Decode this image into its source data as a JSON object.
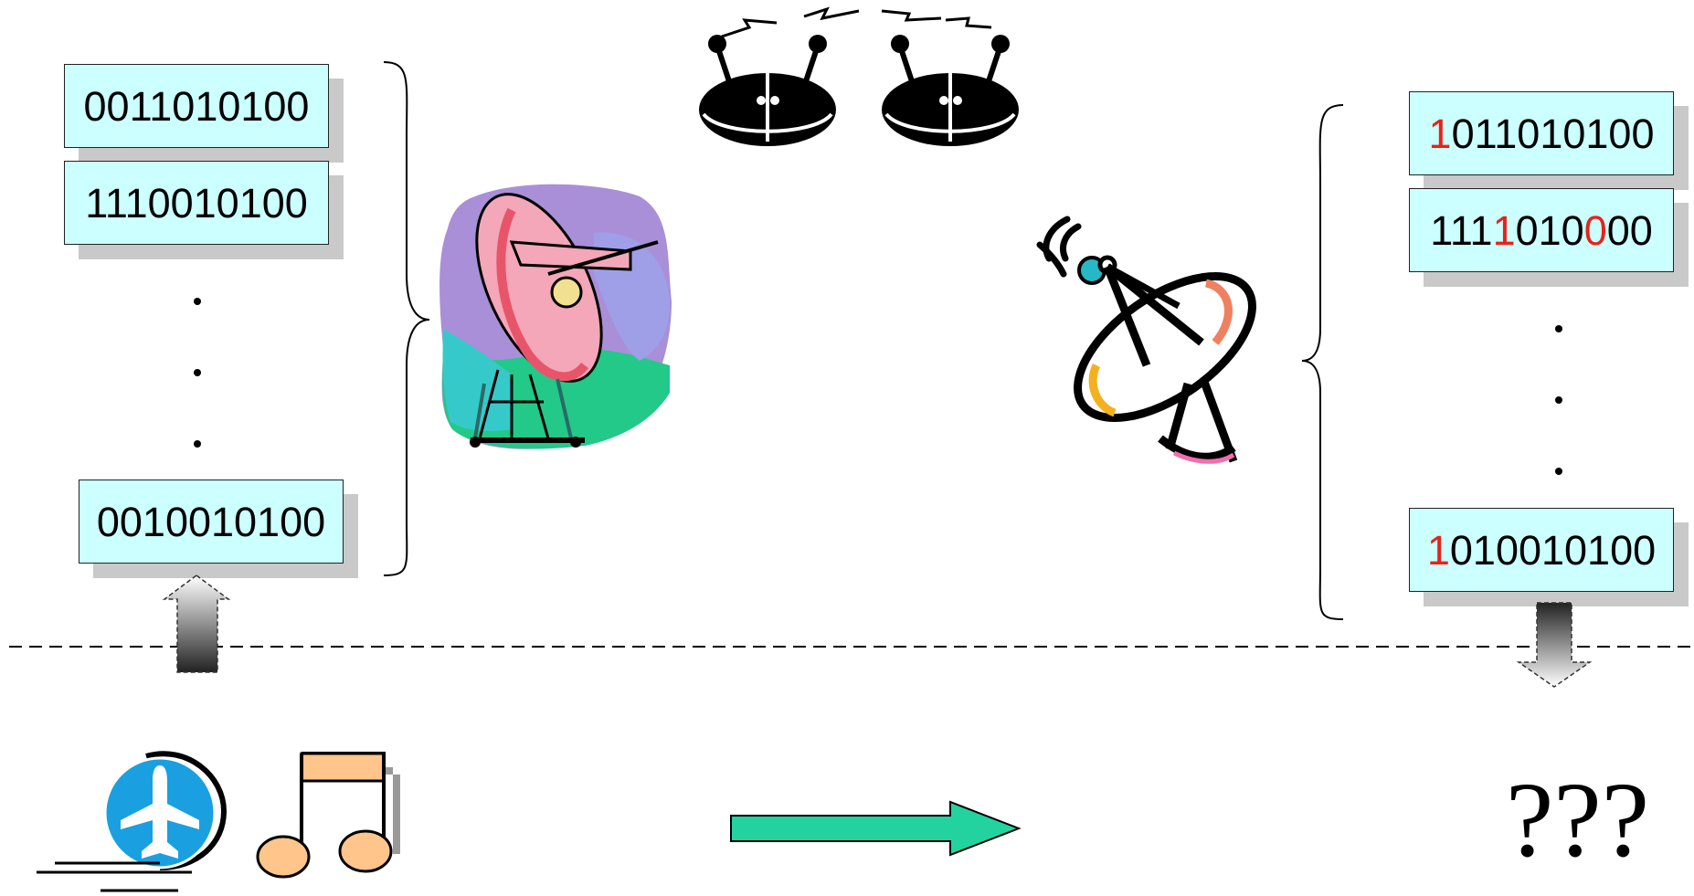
{
  "sent_codewords": [
    {
      "digits": [
        {
          "d": "0011010100",
          "err": false
        }
      ]
    },
    {
      "digits": [
        {
          "d": "1110010100",
          "err": false
        }
      ]
    },
    {
      "digits": [
        {
          "d": "0010010100",
          "err": false
        }
      ]
    }
  ],
  "received_codewords": [
    {
      "digits": [
        {
          "d": "1",
          "err": true
        },
        {
          "d": "011010100",
          "err": false
        }
      ]
    },
    {
      "digits": [
        {
          "d": "111",
          "err": false
        },
        {
          "d": "1",
          "err": true
        },
        {
          "d": "010",
          "err": false
        },
        {
          "d": "0",
          "err": true
        },
        {
          "d": "00",
          "err": false
        }
      ]
    },
    {
      "digits": [
        {
          "d": "1",
          "err": true
        },
        {
          "d": "010010100",
          "err": false
        }
      ]
    }
  ],
  "unknown_output": "???",
  "icons": {
    "transmitter": "satellite-dish-icon",
    "receiver": "antenna-icon",
    "noise": "interference-creatures-icon",
    "source_airplane": "airplane-icon",
    "source_music": "music-note-icon",
    "flow": "right-arrow-icon"
  },
  "colors": {
    "codebox_fill": "#ccffff",
    "error_digit": "#e8221a",
    "flow_arrow": "#22d3a0",
    "airplane_circle": "#1aa0e0",
    "music_note": "#ffc58a"
  }
}
